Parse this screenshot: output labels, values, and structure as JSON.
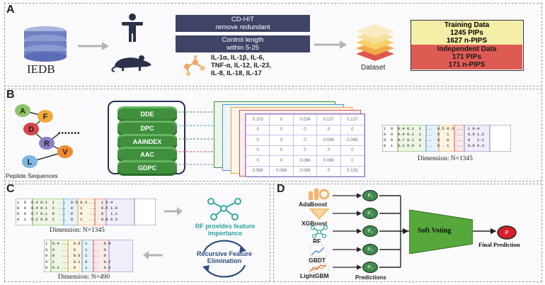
{
  "panelA": {
    "label": "A",
    "db_label": "IEDB",
    "cdhit_line1": "CD-HIT",
    "cdhit_line2": "remove redundant",
    "length_line1": "Control length",
    "length_line2": "within 5-25",
    "il_line1": "IL-1α, IL-1β, IL-6,",
    "il_line2": "TNF-α, IL-12, IL-23,",
    "il_line3": "IL-8, IL-18, IL-17",
    "dataset_label": "Dataset",
    "training_title": "Training Data",
    "training_pips": "1245 PIPs",
    "training_npips": "1627 n-PIPS",
    "indep_title": "Independent Data",
    "indep_pips": "171 PIPs",
    "indep_npips": "171 n-PIPS",
    "colors": {
      "training": "#f4eea6",
      "independent": "#de5b54",
      "dark_box": "#3f4466"
    }
  },
  "panelB": {
    "label": "B",
    "aa": [
      "A",
      "F",
      "D",
      "R",
      "V",
      "L"
    ],
    "dots": "•••••••",
    "peptide_label": "Peptide Sequences",
    "features": [
      "DDE",
      "DPC",
      "AAINDEX",
      "AAC",
      "GDPC"
    ],
    "sheet_values": [
      [
        "0.103",
        "0",
        "0.034",
        "0.137",
        "0.137"
      ],
      [
        "0",
        "0",
        "0",
        "0",
        "0"
      ],
      [
        "0",
        "0",
        "0",
        "0.066",
        "0.066"
      ],
      [
        "0",
        "0",
        "0",
        "0",
        "0"
      ],
      [
        "0",
        "0",
        "0.066",
        "0.066",
        "0"
      ],
      [
        "0.066",
        "0.066",
        "0.066",
        "0",
        "0.133"
      ]
    ],
    "dimension": "Dimension: N×1345"
  },
  "panelC": {
    "label": "C",
    "dimension_top": "Dimension: N×1345",
    "rf_line1": "RF provides feature",
    "rf_line2": "importance",
    "rfe_line1": "Recursive Feature",
    "rfe_line2": "Elimination",
    "dimension_bottom": "Dimension: N×490"
  },
  "panelD": {
    "label": "D",
    "classifiers": [
      "AdaBoost",
      "XGBoost",
      "RF",
      "GBDT",
      "LightGBM"
    ],
    "predictions_label": "Predictions",
    "nodes": [
      "P₁",
      "P₂",
      "P₃",
      "P₄",
      "P₅"
    ],
    "soft_voting": "Soft Voting",
    "final_node": "P",
    "final_label": "Final Prediction"
  }
}
